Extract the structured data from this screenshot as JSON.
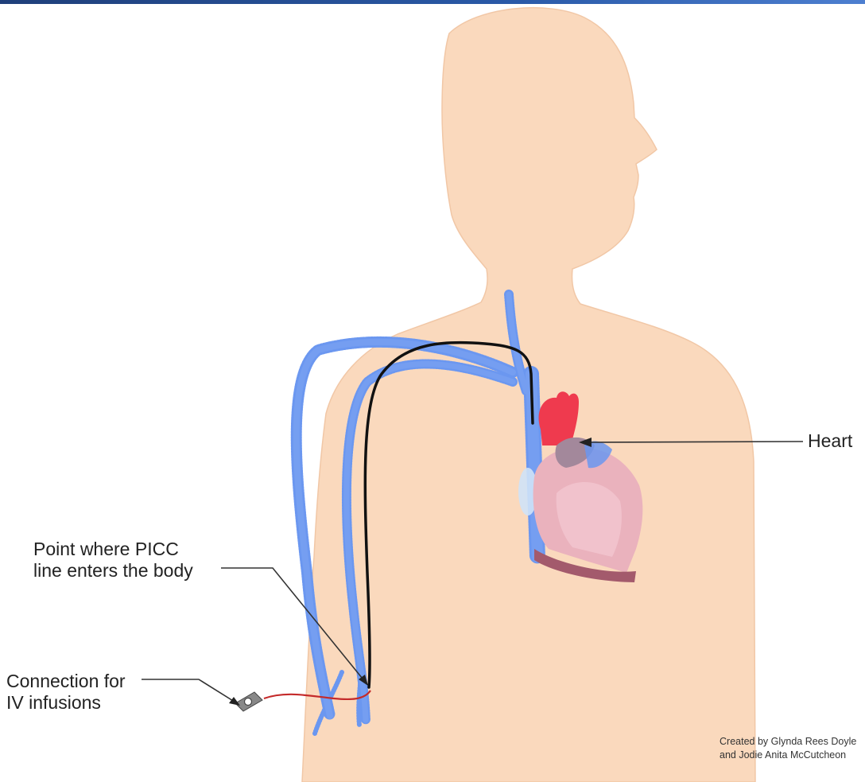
{
  "labels": {
    "heart": "Heart",
    "picc_entry_line1": "Point where PICC",
    "picc_entry_line2": "line enters the body",
    "connection_line1": "Connection for",
    "connection_line2": "IV infusions"
  },
  "credit": {
    "line1": "Created by Glynda Rees Doyle",
    "line2": "and Jodie Anita McCutcheon"
  },
  "colors": {
    "skin": "#fad9bd",
    "vein": "#6b97f0",
    "catheter": "#111111",
    "iv_tube": "#c42a2a",
    "heart_red": "#ef3a4e",
    "heart_pink": "#eab2bd",
    "heart_maroon": "#a35a6c",
    "header_bar": "#2a5aa8"
  }
}
